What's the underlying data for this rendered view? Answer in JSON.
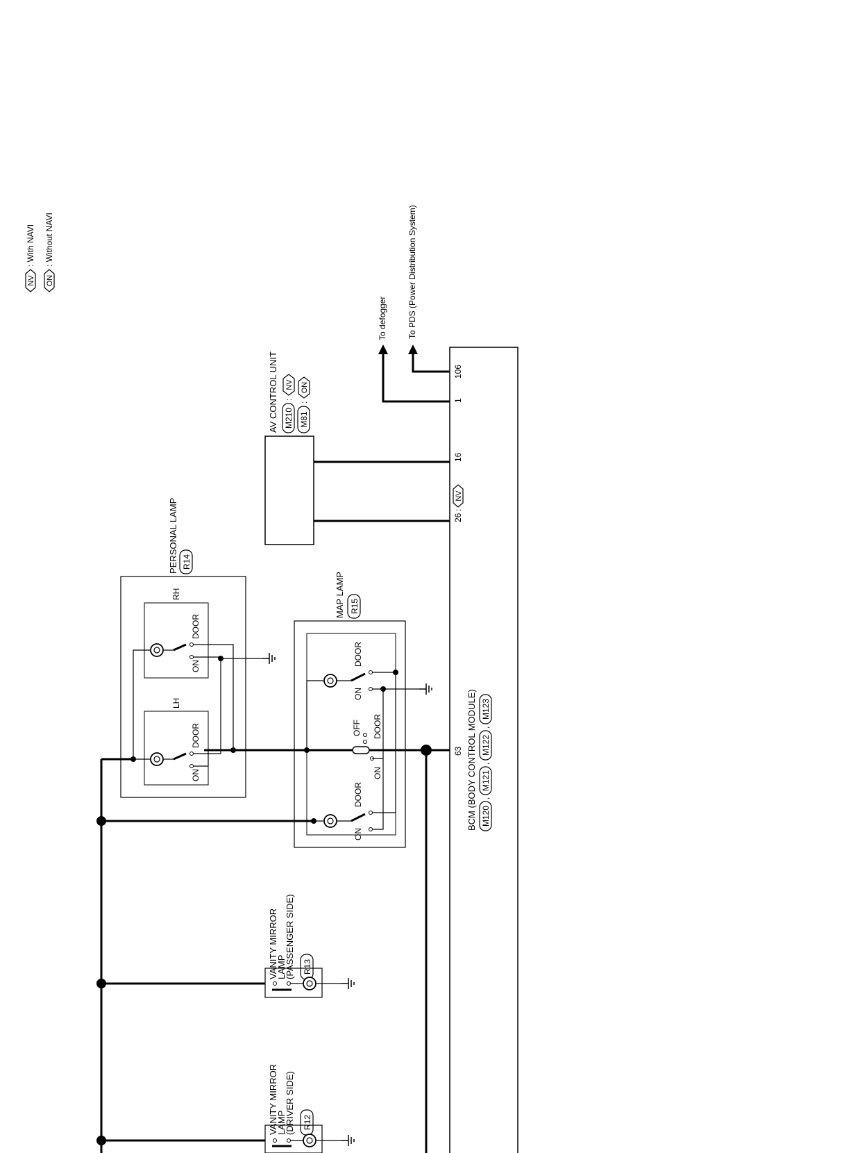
{
  "legend": {
    "nv_code": "NV",
    "nv_text": ": With NAVI",
    "on_code": "ON",
    "on_text": ": Without NAVI"
  },
  "arrows": {
    "defogger": "To defogger",
    "pds": "To PDS (Power Distribution System)"
  },
  "av_unit": {
    "title": "AV CONTROL UNIT",
    "conn1": "M210",
    "conn1_sep": ":",
    "conn1_variant": "NV",
    "conn2": "M81",
    "conn2_sep": ":",
    "conn2_variant": "ON"
  },
  "bcm": {
    "title": "BCM (BODY CONTROL MODULE)",
    "connectors": [
      "M120",
      "M121",
      "M122",
      "M123"
    ],
    "conn_sep": ",",
    "pin_106": "106",
    "pin_1": "1",
    "pin_16": "16",
    "pin_26": "26",
    "pin_26_sep": ":",
    "pin_26_variant": "NV",
    "pin_63": "63"
  },
  "personal_lamp": {
    "title": "PERSONAL LAMP",
    "connector": "R14",
    "rh": "RH",
    "lh": "LH",
    "sw_on": "ON",
    "sw_door": "DOOR"
  },
  "map_lamp": {
    "title": "MAP LAMP",
    "connector": "R15",
    "sw_on": "ON",
    "sw_door": "DOOR",
    "sw_off": "OFF"
  },
  "vanity_passenger": {
    "line1": "VANITY MIRROR",
    "line2": "LAMP",
    "line3": "(PASSENGER SIDE)",
    "connector": "R13"
  },
  "vanity_driver": {
    "line1": "VANITY MIRROR",
    "line2": "LAMP",
    "line3": "(DRIVER SIDE)",
    "connector": "R12"
  }
}
